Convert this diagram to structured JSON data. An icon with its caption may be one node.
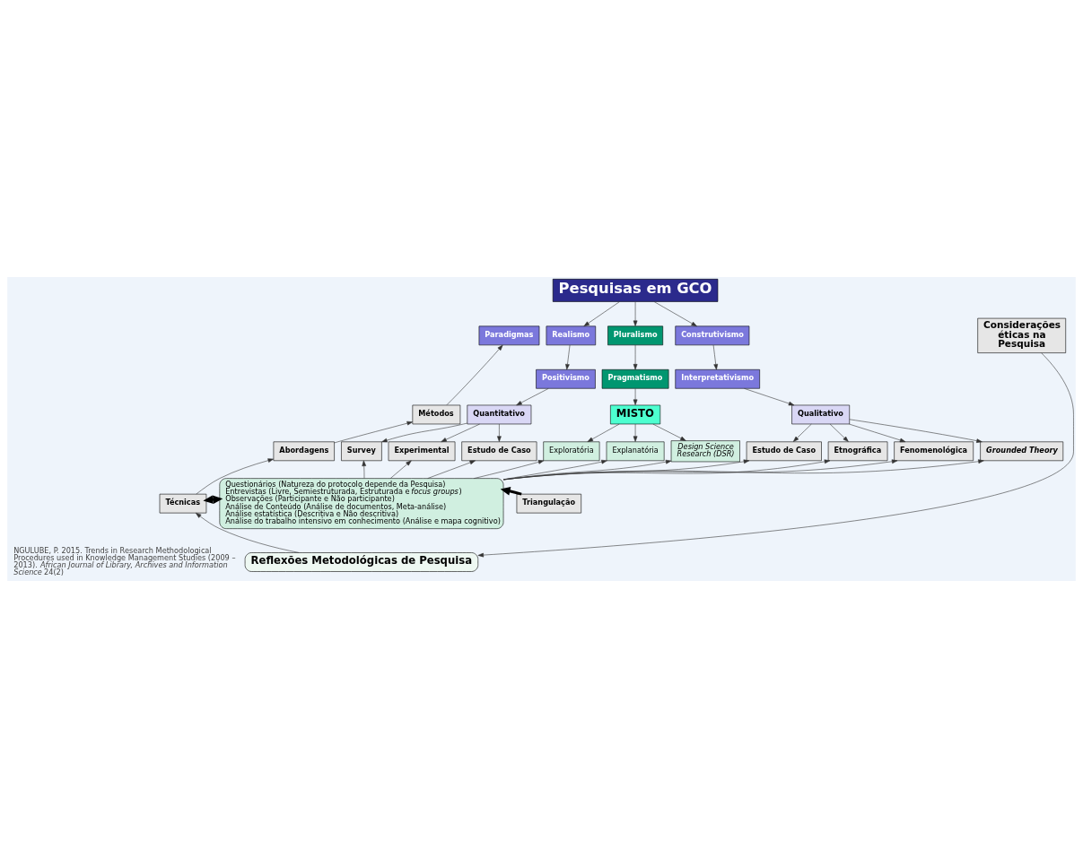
{
  "diagram": {
    "nodes": [
      {
        "text": [
          "Pesquisas em GCO"
        ]
      },
      {
        "text": [
          "Paradigmas"
        ]
      },
      {
        "text": [
          "Métodos"
        ]
      },
      {
        "text": [
          "Abordagens"
        ]
      },
      {
        "text": [
          "Técnicas"
        ]
      },
      {
        "text": [
          "Realismo"
        ]
      },
      {
        "text": [
          "Pluralismo"
        ]
      },
      {
        "text": [
          "Construtivismo"
        ]
      },
      {
        "text": [
          "Positivismo"
        ]
      },
      {
        "text": [
          "Pragmatismo"
        ]
      },
      {
        "text": [
          "Interpretativismo"
        ]
      },
      {
        "text": [
          "Quantitativo"
        ]
      },
      {
        "text": [
          "MISTO"
        ]
      },
      {
        "text": [
          "Qualitativo"
        ]
      },
      {
        "text": [
          "Survey"
        ]
      },
      {
        "text": [
          "Experimental"
        ]
      },
      {
        "text": [
          "Estudo de Caso"
        ]
      },
      {
        "text": [
          "Exploratória"
        ]
      },
      {
        "text": [
          "Explanatória"
        ]
      },
      {
        "text": [
          "Design Science Research (DSR)"
        ]
      },
      {
        "text": [
          "Estudo de Caso"
        ]
      },
      {
        "text": [
          "Etnográfica"
        ]
      },
      {
        "text": [
          "Fenomenológica"
        ]
      },
      {
        "text": [
          "Grounded Theory"
        ]
      },
      {
        "text": [
          "Considerações éticas na Pesquisa"
        ]
      },
      {
        "text": [
          "Questionários (Natureza do protocolo depende da Pesquisa)",
          "Entrevistas (Livre, Semiestruturada, Estruturada e *focus groups*)",
          "Observações (Participante e Não participante)",
          "Análise de Conteúdo (Análise de documentos, Meta-análise)",
          "Análise estatística (Descritiva e Não descritiva)",
          "Análise do trabalho intensivo em conhecimento (Análise e mapa cognitivo)"
        ]
      },
      {
        "text": [
          "Triangulação"
        ]
      },
      {
        "text": [
          "Reflexões Metodológicas de Pesquisa"
        ]
      }
    ],
    "edges": [
      {
        "from": 0,
        "to": 5,
        "arrow": "to"
      },
      {
        "from": 0,
        "to": 6,
        "arrow": "to"
      },
      {
        "from": 0,
        "to": 7,
        "arrow": "to"
      },
      {
        "from": 5,
        "to": 8,
        "arrow": "to"
      },
      {
        "from": 6,
        "to": 9,
        "arrow": "to"
      },
      {
        "from": 7,
        "to": 10,
        "arrow": "to"
      },
      {
        "from": 8,
        "to": 11,
        "arrow": "to"
      },
      {
        "from": 9,
        "to": 12,
        "arrow": "to"
      },
      {
        "from": 10,
        "to": 13,
        "arrow": "to"
      },
      {
        "from": 11,
        "to": 14,
        "arrow": "to"
      },
      {
        "from": 11,
        "to": 15,
        "arrow": "to"
      },
      {
        "from": 11,
        "to": 16,
        "arrow": "to"
      },
      {
        "from": 12,
        "to": 17,
        "arrow": "to"
      },
      {
        "from": 12,
        "to": 18,
        "arrow": "to"
      },
      {
        "from": 12,
        "to": 19,
        "arrow": "to"
      },
      {
        "from": 13,
        "to": 20,
        "arrow": "to"
      },
      {
        "from": 13,
        "to": 21,
        "arrow": "to"
      },
      {
        "from": 13,
        "to": 22,
        "arrow": "to"
      },
      {
        "from": 13,
        "to": 23,
        "arrow": "to"
      },
      {
        "from": 25,
        "to": 14,
        "arrow": "to"
      },
      {
        "from": 25,
        "to": 15,
        "arrow": "to"
      },
      {
        "from": 25,
        "to": 16,
        "arrow": "to"
      },
      {
        "from": 25,
        "to": 17,
        "arrow": "to"
      },
      {
        "from": 25,
        "to": 18,
        "arrow": "to"
      },
      {
        "from": 25,
        "to": 19,
        "arrow": "to"
      },
      {
        "from": 25,
        "to": 20,
        "arrow": "to"
      },
      {
        "from": 25,
        "to": 21,
        "arrow": "to"
      },
      {
        "from": 25,
        "to": 22,
        "arrow": "to"
      },
      {
        "from": 25,
        "to": 23,
        "arrow": "to"
      },
      {
        "from": 2,
        "to": 1,
        "arrow": "to"
      },
      {
        "from": 3,
        "to": 2,
        "arrow": "to"
      },
      {
        "from": 4,
        "to": 3,
        "arrow": "to"
      },
      {
        "from": 27,
        "to": 4,
        "arrow": "to"
      },
      {
        "from": 24,
        "to": 27,
        "arrow": "to"
      },
      {
        "from": 4,
        "to": 25,
        "arrow": "both",
        "style": "thick"
      },
      {
        "from": 26,
        "to": 25,
        "arrow": "to",
        "style": "thick"
      }
    ],
    "labels": [
      "NGULUBE, P. 2015. Trends in Research Methodological Procedures used in Knowledge Management Studies (2009 – 2013). *African Journal of Library, Archives and Information Science* 24(2)"
    ]
  }
}
